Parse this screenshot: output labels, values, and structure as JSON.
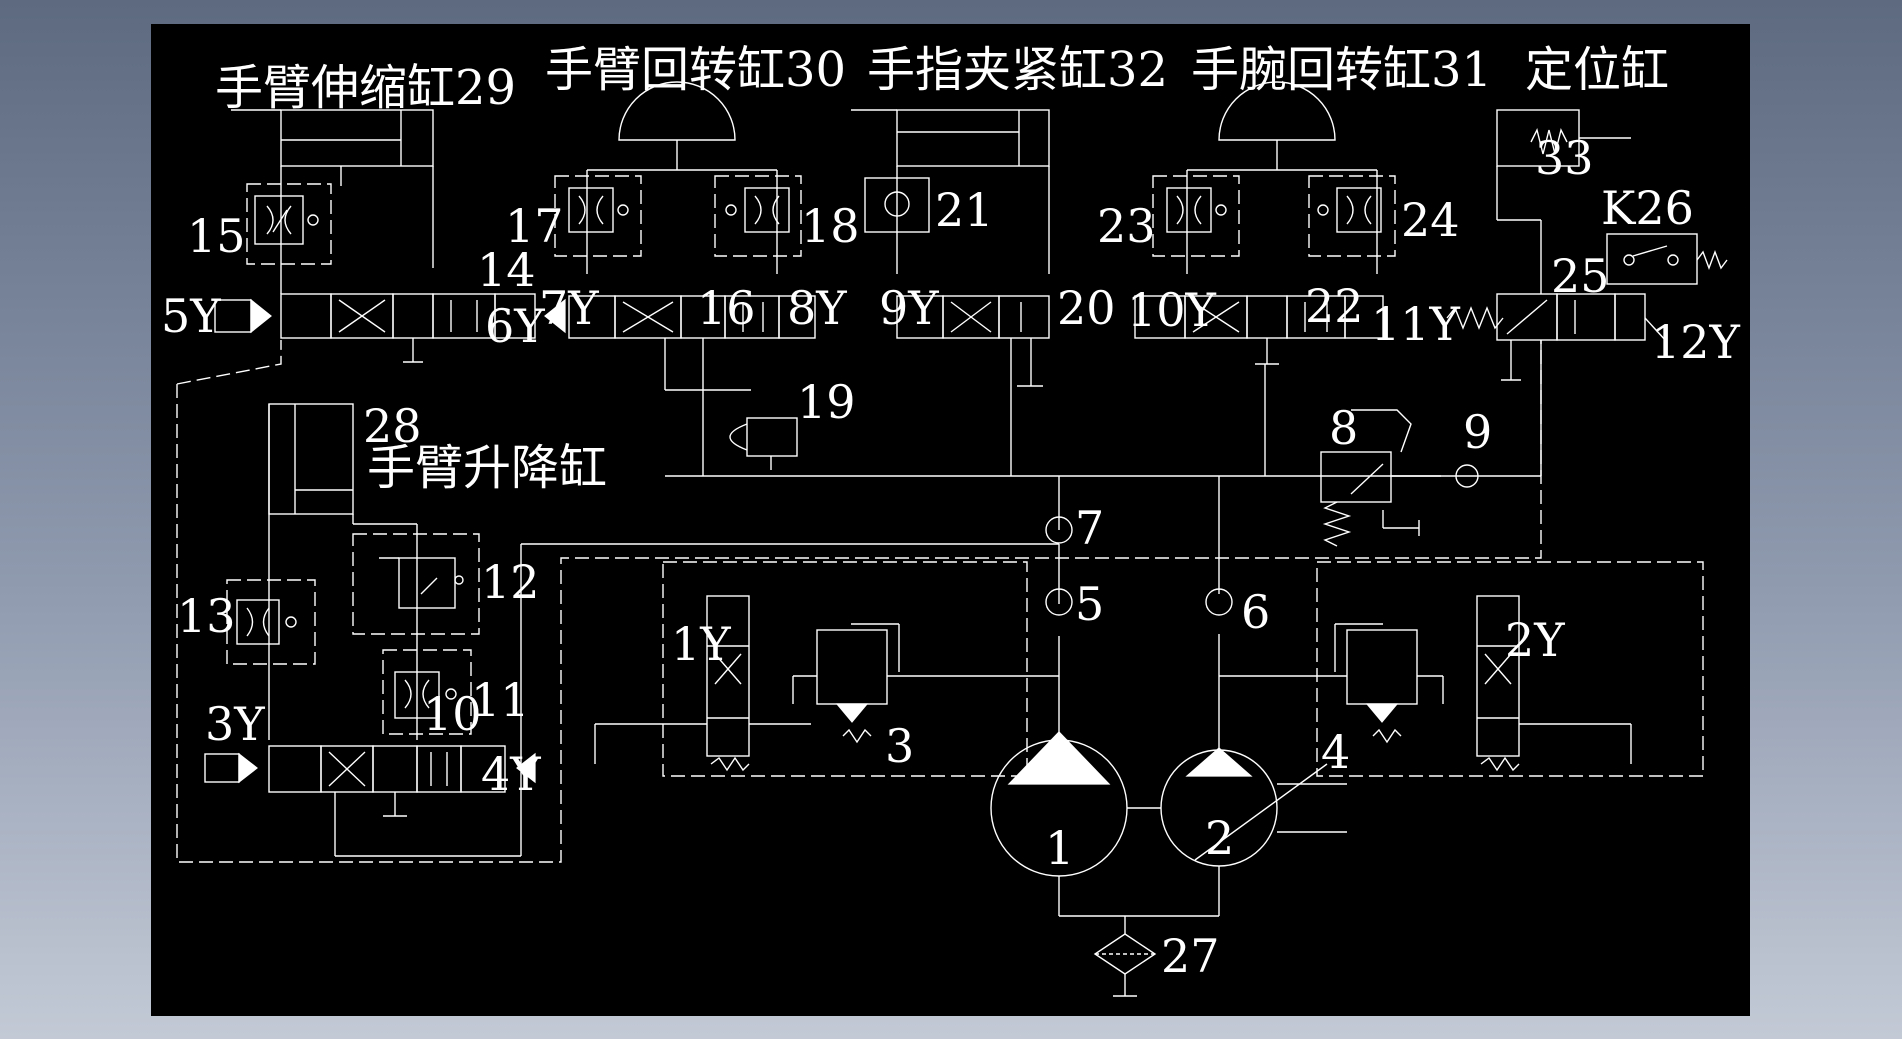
{
  "headings": {
    "arm_extend_cylinder": "手臂伸缩缸29",
    "arm_rotate_cylinder": "手臂回转缸30",
    "finger_clamp_cylinder": "手指夹紧缸32",
    "wrist_rotate_cylinder": "手腕回转缸31",
    "locate_cylinder": "定位缸",
    "arm_lift_cylinder": "手臂升降缸"
  },
  "labels": {
    "n1": "1",
    "n2": "2",
    "n3": "3",
    "n4": "4",
    "n5": "5",
    "n6": "6",
    "n7": "7",
    "n8": "8",
    "n9": "9",
    "n10": "10",
    "n11": "11",
    "n12": "12",
    "n13": "13",
    "n14": "14",
    "n15": "15",
    "n16": "16",
    "n17": "17",
    "n18": "18",
    "n19": "19",
    "n20": "20",
    "n21": "21",
    "n22": "22",
    "n23": "23",
    "n24": "24",
    "n25": "25",
    "n27": "27",
    "n28": "28",
    "n33": "33",
    "k26": "K26",
    "y1": "1Y",
    "y2": "2Y",
    "y3": "3Y",
    "y4": "4Y",
    "y5": "5Y",
    "y6": "6Y",
    "y7": "7Y",
    "y8": "8Y",
    "y9": "9Y",
    "y10": "10Y",
    "y11": "11Y",
    "y12": "12Y"
  },
  "colors": {
    "background": "#000000",
    "lines": "#ffffff",
    "frame": "#8e99ae"
  }
}
